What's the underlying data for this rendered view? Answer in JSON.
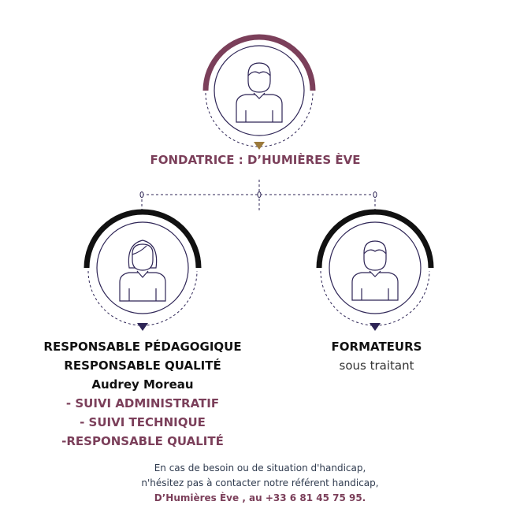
{
  "colors": {
    "maroon": "#7b3f5a",
    "dark_purple": "#2e2556",
    "gold": "#9c7a3c",
    "black": "#111111"
  },
  "founder": {
    "title": "FONDATRICE : D’HUMIÈRES ÈVE",
    "icon": "male-person-icon"
  },
  "left": {
    "lines": [
      "RESPONSABLE PÉDAGOGIQUE",
      "RESPONSABLE QUALITÉ",
      "Audrey Moreau"
    ],
    "tasks": [
      "- SUIVI ADMINISTRATIF",
      "- SUIVI TECHNIQUE",
      "-RESPONSABLE QUALITÉ"
    ],
    "icon": "female-person-icon"
  },
  "right": {
    "title": "FORMATEURS",
    "subtitle": "sous traitant",
    "icon": "male-person-icon"
  },
  "footer": {
    "line1": "En cas de besoin ou de situation d'handicap,",
    "line2": "n'hésitez pas à contacter notre référent handicap,",
    "line3": "D’Humières Ève , au +33 6 81 45 75 95."
  }
}
